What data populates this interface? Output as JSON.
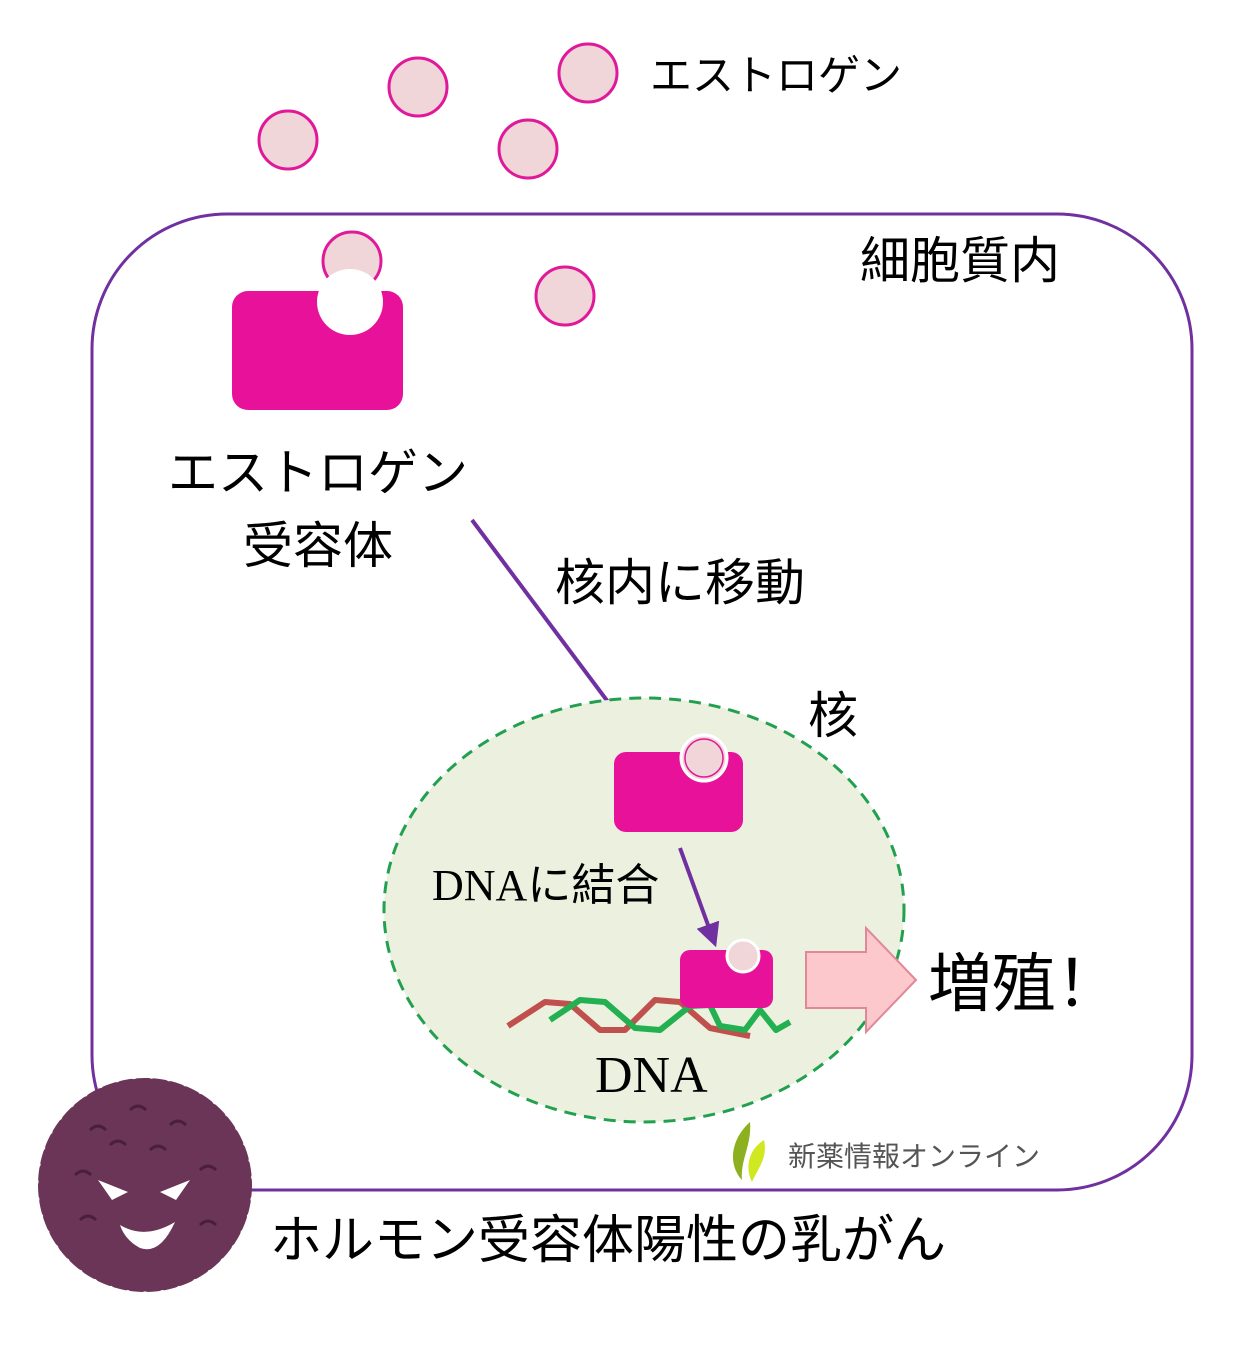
{
  "labels": {
    "estrogen": "エストロゲン",
    "cytoplasm": "細胞質内",
    "receptor_line1": "エストロゲン",
    "receptor_line2": "受容体",
    "move_to_nucleus": "核内に移動",
    "nucleus": "核",
    "bind_dna": "DNAに結合",
    "dna": "DNA",
    "proliferation": "増殖！",
    "title": "ホルモン受容体陽性の乳がん",
    "logo_text": "新薬情報オンライン"
  },
  "colors": {
    "receptor": "#e8119a",
    "estrogen_fill": "#f0d6d8",
    "estrogen_stroke": "#e0189a",
    "cell_border": "#7030a0",
    "nucleus_fill": "#ebf1de",
    "nucleus_border": "#22a050",
    "cancer_cell": "#6b3558"
  }
}
